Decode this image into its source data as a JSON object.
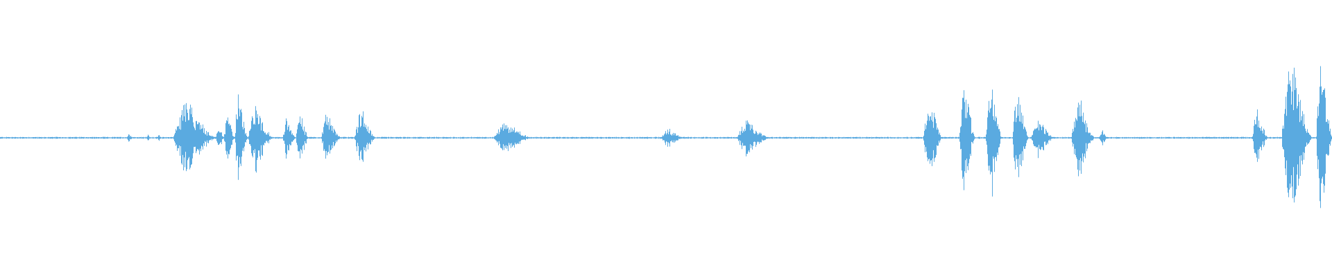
{
  "waveform": {
    "color": "#5aaae0",
    "background": "#ffffff",
    "baseline_level": 0.01,
    "segments": [
      {
        "start": 0.095,
        "end": 0.1,
        "peak": 0.05
      },
      {
        "start": 0.11,
        "end": 0.113,
        "peak": 0.04
      },
      {
        "start": 0.118,
        "end": 0.121,
        "peak": 0.05
      },
      {
        "start": 0.13,
        "end": 0.162,
        "peak": 0.4
      },
      {
        "start": 0.162,
        "end": 0.168,
        "peak": 0.2
      },
      {
        "start": 0.168,
        "end": 0.176,
        "peak": 0.3
      },
      {
        "start": 0.176,
        "end": 0.186,
        "peak": 0.48
      },
      {
        "start": 0.186,
        "end": 0.205,
        "peak": 0.38
      },
      {
        "start": 0.212,
        "end": 0.222,
        "peak": 0.22
      },
      {
        "start": 0.222,
        "end": 0.232,
        "peak": 0.28
      },
      {
        "start": 0.241,
        "end": 0.256,
        "peak": 0.28
      },
      {
        "start": 0.266,
        "end": 0.282,
        "peak": 0.31
      },
      {
        "start": 0.37,
        "end": 0.4,
        "peak": 0.17
      },
      {
        "start": 0.496,
        "end": 0.514,
        "peak": 0.1
      },
      {
        "start": 0.553,
        "end": 0.578,
        "peak": 0.2
      },
      {
        "start": 0.693,
        "end": 0.707,
        "peak": 0.55
      },
      {
        "start": 0.72,
        "end": 0.732,
        "peak": 0.66
      },
      {
        "start": 0.74,
        "end": 0.752,
        "peak": 0.74
      },
      {
        "start": 0.76,
        "end": 0.772,
        "peak": 0.61
      },
      {
        "start": 0.774,
        "end": 0.792,
        "peak": 0.21
      },
      {
        "start": 0.804,
        "end": 0.822,
        "peak": 0.42
      },
      {
        "start": 0.825,
        "end": 0.832,
        "peak": 0.1
      },
      {
        "start": 0.94,
        "end": 0.952,
        "peak": 0.3
      },
      {
        "start": 0.962,
        "end": 0.985,
        "peak": 0.9
      },
      {
        "start": 0.988,
        "end": 1.0,
        "peak": 1.0
      }
    ]
  }
}
